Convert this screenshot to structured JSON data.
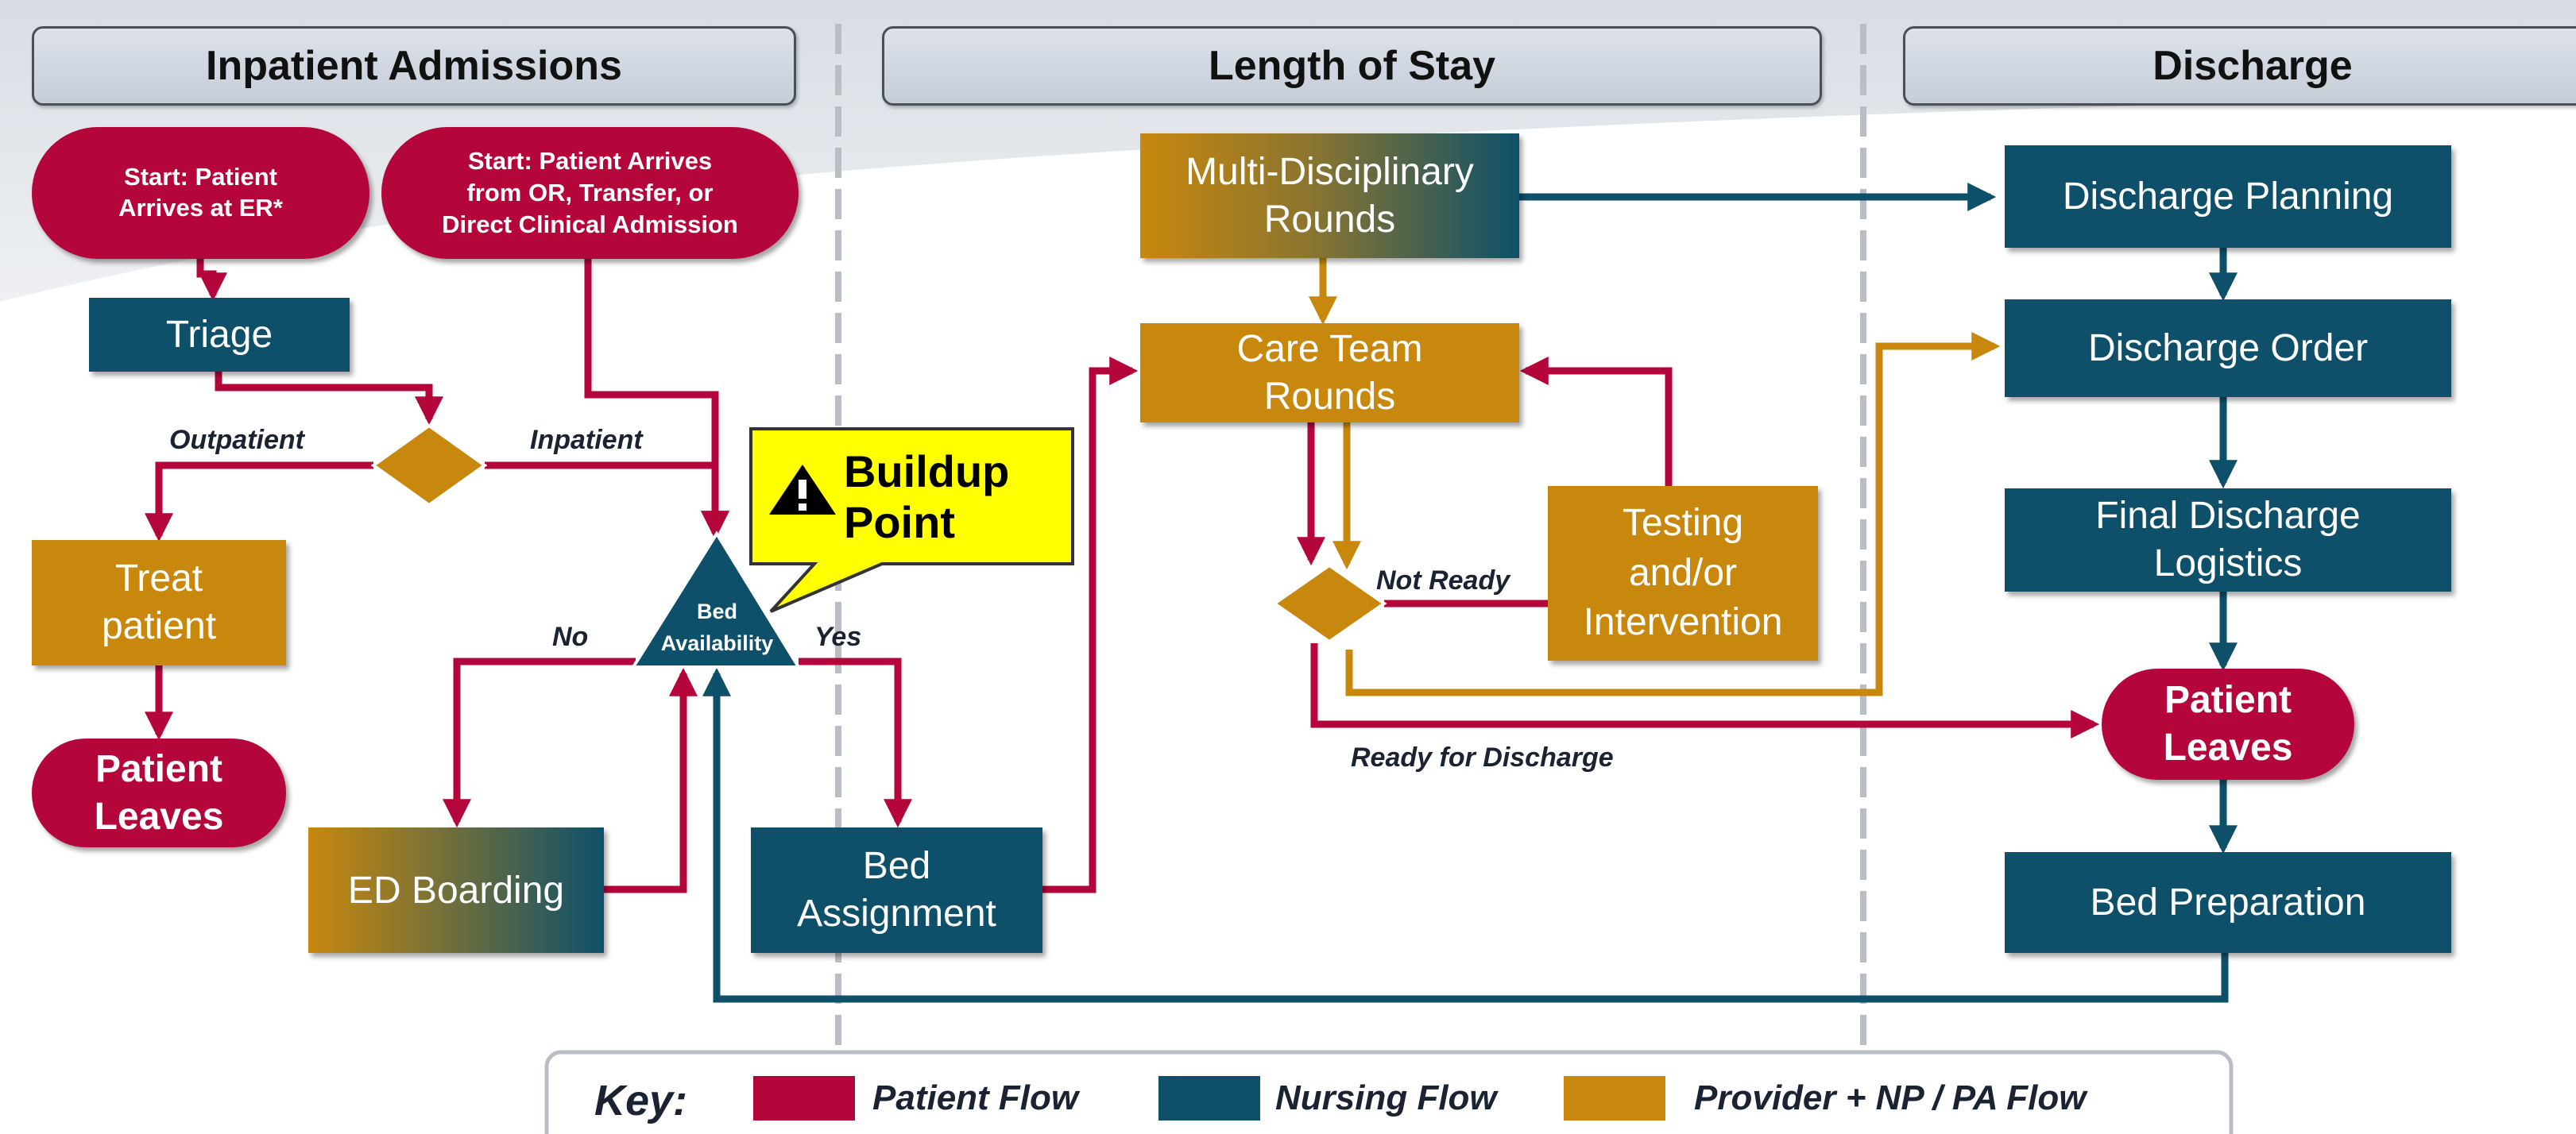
{
  "colors": {
    "patient": "#b5063b",
    "nursing": "#0e5069",
    "provider": "#c8870d",
    "callout": "#ffff00",
    "divider": "#b9bec6"
  },
  "headers": {
    "admissions": "Inpatient Admissions",
    "length_of_stay": "Length of Stay",
    "discharge": "Discharge"
  },
  "nodes": {
    "start_er": "Start: Patient\nArrives at ER*",
    "start_or": "Start: Patient Arrives\nfrom OR, Transfer, or\nDirect Clinical Admission",
    "triage": "Triage",
    "treat_patient": "Treat\npatient",
    "patient_leaves_left": "Patient\nLeaves",
    "bed_availability": "Bed\nAvailability",
    "ed_boarding": "ED Boarding",
    "bed_assignment": "Bed\nAssignment",
    "multi_rounds": "Multi-Disciplinary\nRounds",
    "care_team_rounds": "Care Team\nRounds",
    "testing": "Testing\nand/or\nIntervention",
    "discharge_planning": "Discharge Planning",
    "discharge_order": "Discharge Order",
    "final_discharge": "Final Discharge\nLogistics",
    "patient_leaves_right": "Patient\nLeaves",
    "bed_preparation": "Bed Preparation"
  },
  "callout": {
    "icon": "warning-icon",
    "text": "Buildup\nPoint"
  },
  "edge_labels": {
    "outpatient": "Outpatient",
    "inpatient": "Inpatient",
    "no": "No",
    "yes": "Yes",
    "not_ready": "Not Ready",
    "ready_for_discharge": "Ready for Discharge"
  },
  "key": {
    "title": "Key:",
    "items": [
      {
        "label": "Patient Flow",
        "color": "#b5063b"
      },
      {
        "label": "Nursing Flow",
        "color": "#0e5069"
      },
      {
        "label": "Provider + NP / PA Flow",
        "color": "#c8870d"
      }
    ]
  }
}
